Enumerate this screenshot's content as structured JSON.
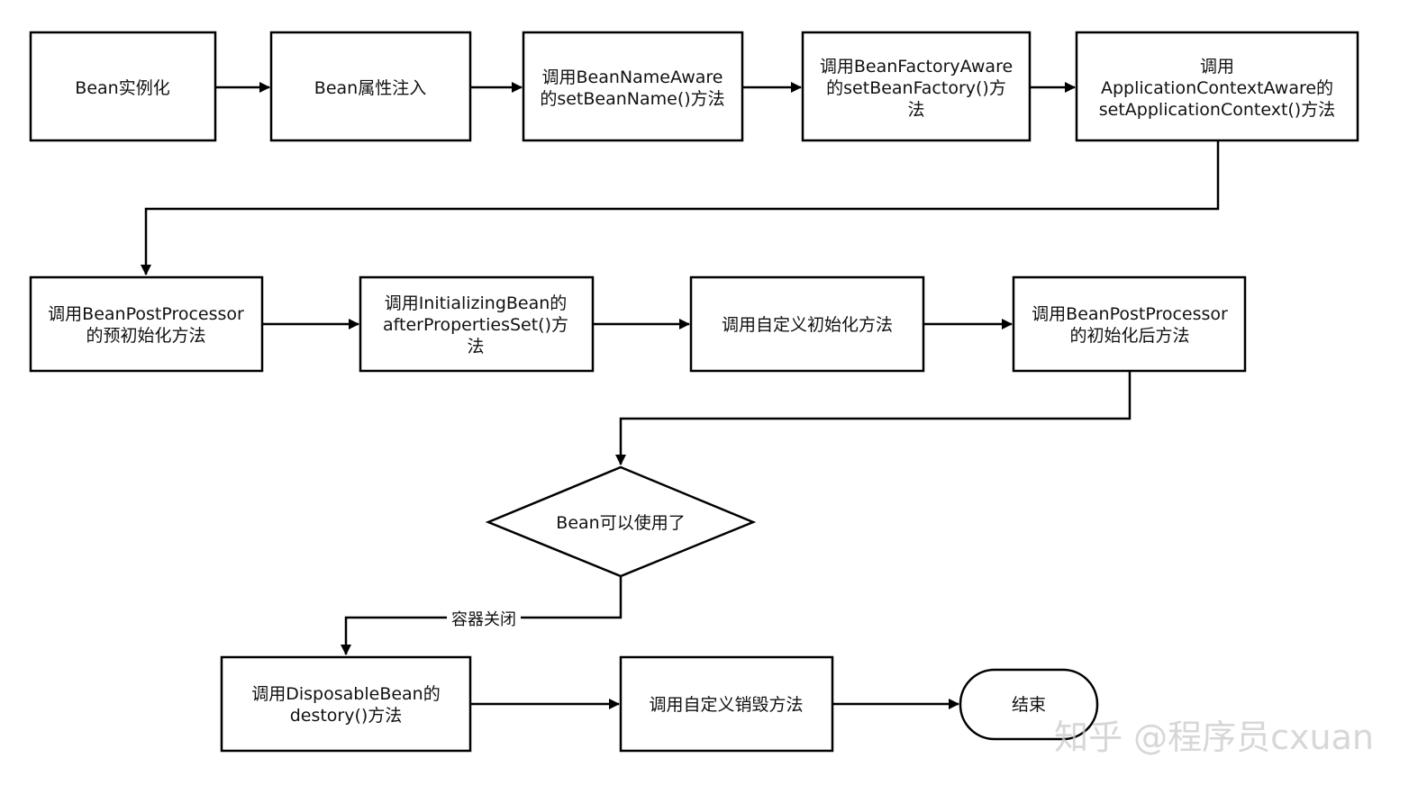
{
  "nodes": {
    "n1": [
      "Bean实例化"
    ],
    "n2": [
      "Bean属性注入"
    ],
    "n3": [
      "调用BeanNameAware",
      "的setBeanName()方法"
    ],
    "n4": [
      "调用BeanFactoryAware",
      "的setBeanFactory()方",
      "法"
    ],
    "n5": [
      "调用",
      "ApplicationContextAware的",
      "setApplicationContext()方法"
    ],
    "n6": [
      "调用BeanPostProcessor",
      "的预初始化方法"
    ],
    "n7": [
      "调用InitializingBean的",
      "afterPropertiesSet()方",
      "法"
    ],
    "n8": [
      "调用自定义初始化方法"
    ],
    "n9": [
      "调用BeanPostProcessor",
      "的初始化后方法"
    ],
    "n10": [
      "Bean可以使用了"
    ],
    "n11": [
      "调用DisposableBean的",
      "destory()方法"
    ],
    "n12": [
      "调用自定义销毁方法"
    ],
    "n13": [
      "结束"
    ]
  },
  "edge_labels": {
    "container_close": "容器关闭"
  },
  "watermark": "知乎 @程序员cxuan"
}
